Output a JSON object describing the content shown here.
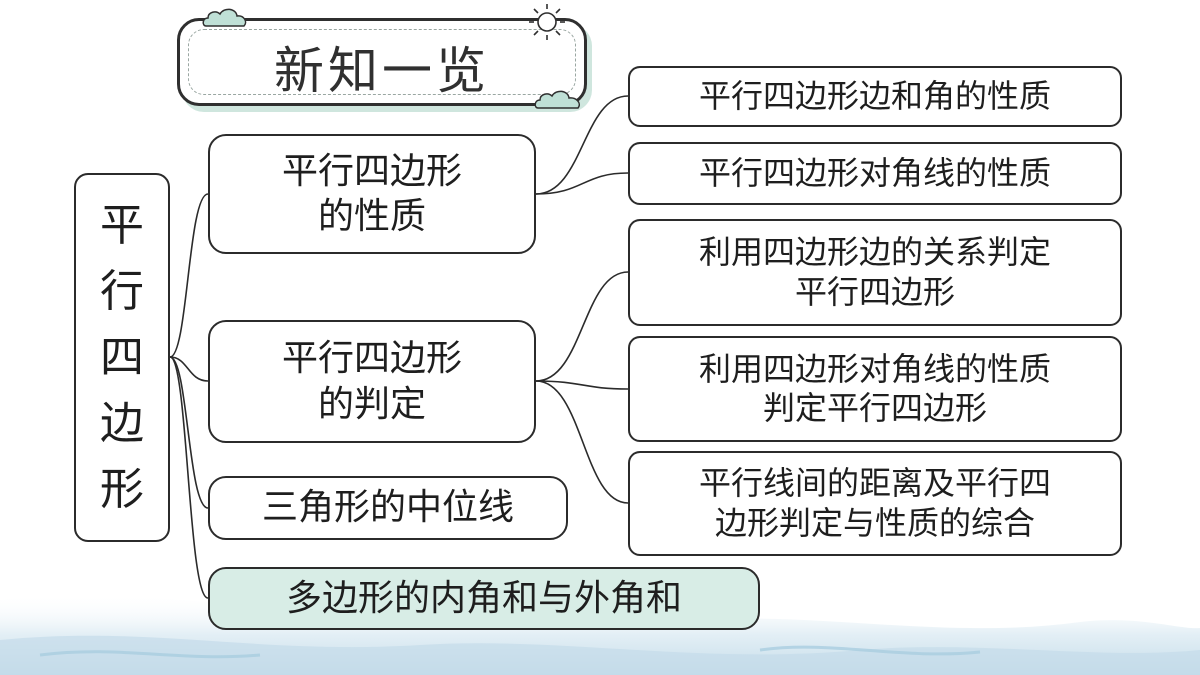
{
  "title": "新知一览",
  "root": {
    "chars": [
      "平",
      "行",
      "四",
      "边",
      "形"
    ]
  },
  "level1": [
    {
      "id": "properties",
      "lines": [
        "平行四边形",
        "的性质"
      ],
      "highlighted": false
    },
    {
      "id": "criteria",
      "lines": [
        "平行四边形",
        "的判定"
      ],
      "highlighted": false
    },
    {
      "id": "midline",
      "lines": [
        "三角形的中位线"
      ],
      "highlighted": false
    },
    {
      "id": "polygon-angles",
      "lines": [
        "多边形的内角和与外角和"
      ],
      "highlighted": true
    }
  ],
  "level2": [
    {
      "parent": "properties",
      "lines": [
        "平行四边形边和角的性质"
      ]
    },
    {
      "parent": "properties",
      "lines": [
        "平行四边形对角线的性质"
      ]
    },
    {
      "parent": "criteria",
      "lines": [
        "利用四边形边的关系判定",
        "平行四边形"
      ]
    },
    {
      "parent": "criteria",
      "lines": [
        "利用四边形对角线的性质",
        "判定平行四边形"
      ]
    },
    {
      "parent": "criteria",
      "lines": [
        "平行线间的距离及平行四",
        "边形判定与性质的综合"
      ]
    }
  ],
  "colors": {
    "border": "#2b2b2b",
    "text": "#1e1e1e",
    "highlight": "#d8ede6",
    "accent": "#cfe6de",
    "cloud": "#bfe0d6",
    "water": "#cfe3ee"
  },
  "icons": [
    "cloud-icon",
    "sun-icon",
    "cloud-icon"
  ]
}
